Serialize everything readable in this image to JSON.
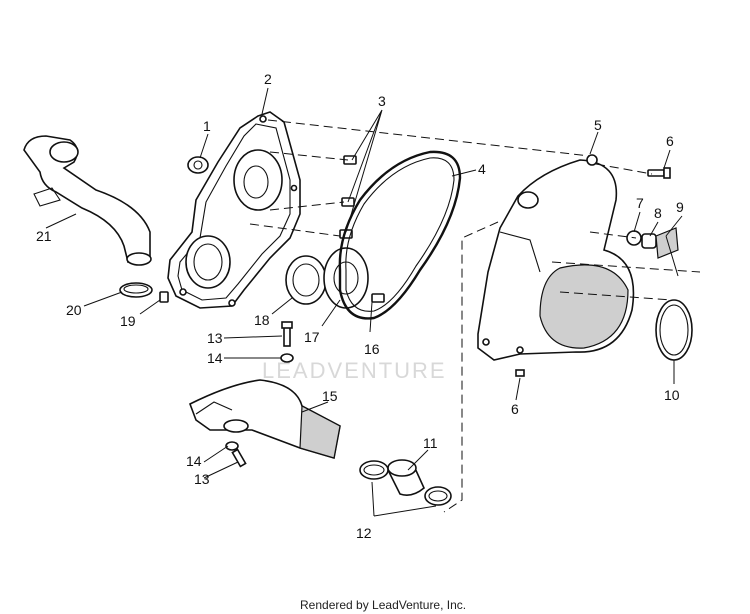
{
  "callouts": [
    "1",
    "2",
    "3",
    "4",
    "5",
    "6",
    "6",
    "7",
    "8",
    "9",
    "10",
    "11",
    "12",
    "13",
    "13",
    "14",
    "14",
    "15",
    "16",
    "17",
    "18",
    "19",
    "20",
    "21"
  ],
  "watermark": "LEADVENTURE",
  "footer": "Rendered by LeadVenture, Inc."
}
